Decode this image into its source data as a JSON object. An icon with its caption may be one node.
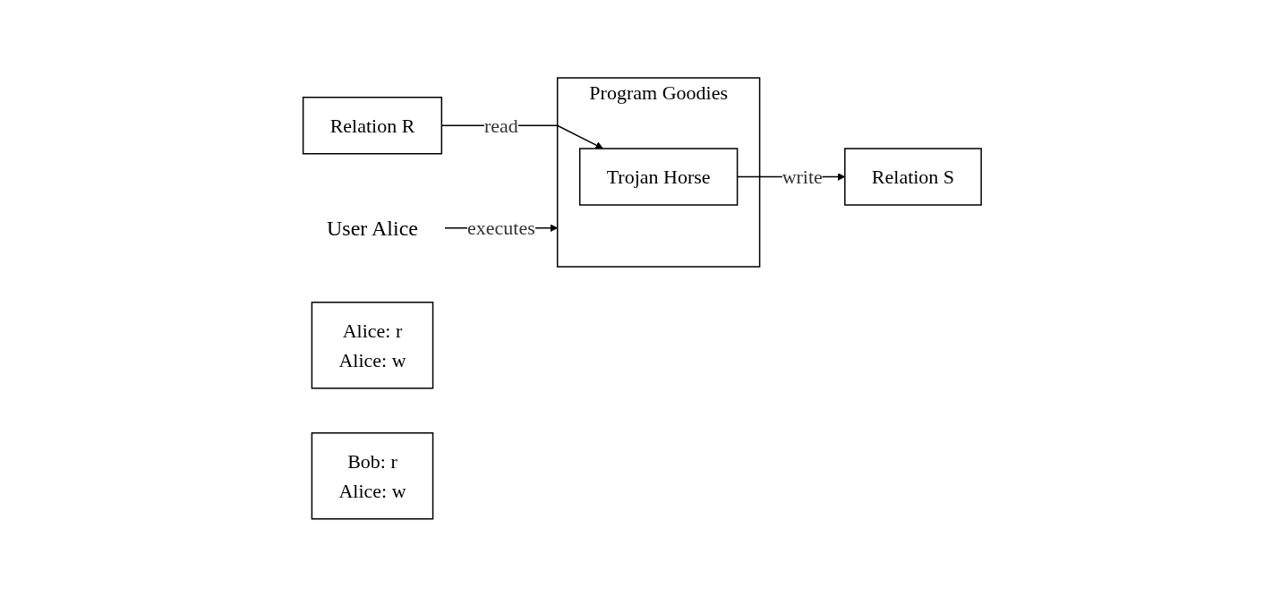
{
  "diagram": {
    "nodes": [
      {
        "text": [
          "User Alice"
        ]
      },
      {
        "text": [
          "Program Goodies"
        ]
      },
      {
        "text": [
          "Trojan Horse"
        ],
        "in": 1
      },
      {
        "text": [
          "Relation R"
        ]
      },
      {
        "text": [
          "Alice: r",
          "Alice: w"
        ]
      },
      {
        "text": [
          "Relation S"
        ]
      },
      {
        "text": [
          "Bob: r",
          "Alice: w"
        ]
      }
    ],
    "edges": [
      {
        "from": 0,
        "to": 1,
        "label": "executes",
        "arrow": "to"
      },
      {
        "from": 3,
        "to": 2,
        "label": "read",
        "arrow": "to"
      },
      {
        "from": 2,
        "to": 5,
        "label": "write",
        "arrow": "to"
      }
    ]
  }
}
